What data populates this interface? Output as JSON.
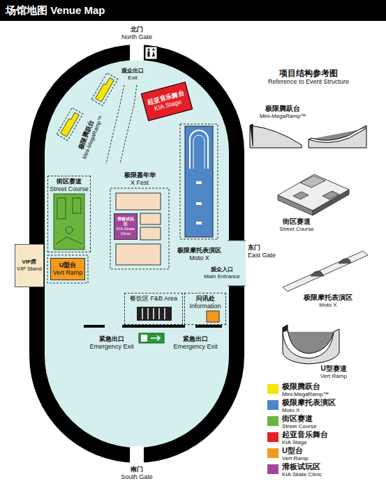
{
  "diagram": {
    "title": "场馆地图 Venue Map",
    "nodes": [
      {
        "text": [
          "起亚音乐舞台 KIA Stage"
        ]
      },
      {
        "text": [
          "街区赛道 Street Course"
        ]
      },
      {
        "text": [
          "VIP席 VIP Stand"
        ]
      },
      {
        "text": [
          "U型台 Vert Ramp"
        ]
      },
      {
        "text": [
          "极限嘉年华 X Fest"
        ]
      },
      {
        "text": [
          "滑板试玩区 KIA Skate Clinic"
        ],
        "in": 4
      },
      {
        "text": [
          "极限摩托表演区 Moto X"
        ]
      },
      {
        "text": [
          "餐饮区 F&B Area"
        ]
      },
      {
        "text": [
          "问讯处 Information"
        ]
      }
    ],
    "labels": [
      "北门 North Gate",
      "观众出口 Exit",
      "极限腾跃台 Mini-MegaRamp™",
      "东门 East Gate",
      "观众入口 Main Entrance",
      "紧急出口 Emergency Exit",
      "紧急出口 Emergency Exit",
      "南门 South Gate",
      "项目结构参考图 Reference to Event Structure",
      "极限腾跃台 Mini-MegaRamp™",
      "街区赛道 Street Course",
      "极限摩托表演区 Moto X",
      "U型赛道 Vert Ramp"
    ],
    "legend": [
      {
        "text": "极限腾跃台 Mini-MegaRamp™",
        "color": "#f5e600"
      },
      {
        "text": "极限摩托表演区 Moto X",
        "color": "#4f86c6"
      },
      {
        "text": "街区赛道 Street Course",
        "color": "#6ab43e"
      },
      {
        "text": "起亚音乐舞台 KIA Stage",
        "color": "#e51f27"
      },
      {
        "text": "U型台 Vert Ramp",
        "color": "#f39a1e"
      },
      {
        "text": "滑板试玩区 KIA Skate Clinic",
        "color": "#a0479a"
      }
    ]
  }
}
